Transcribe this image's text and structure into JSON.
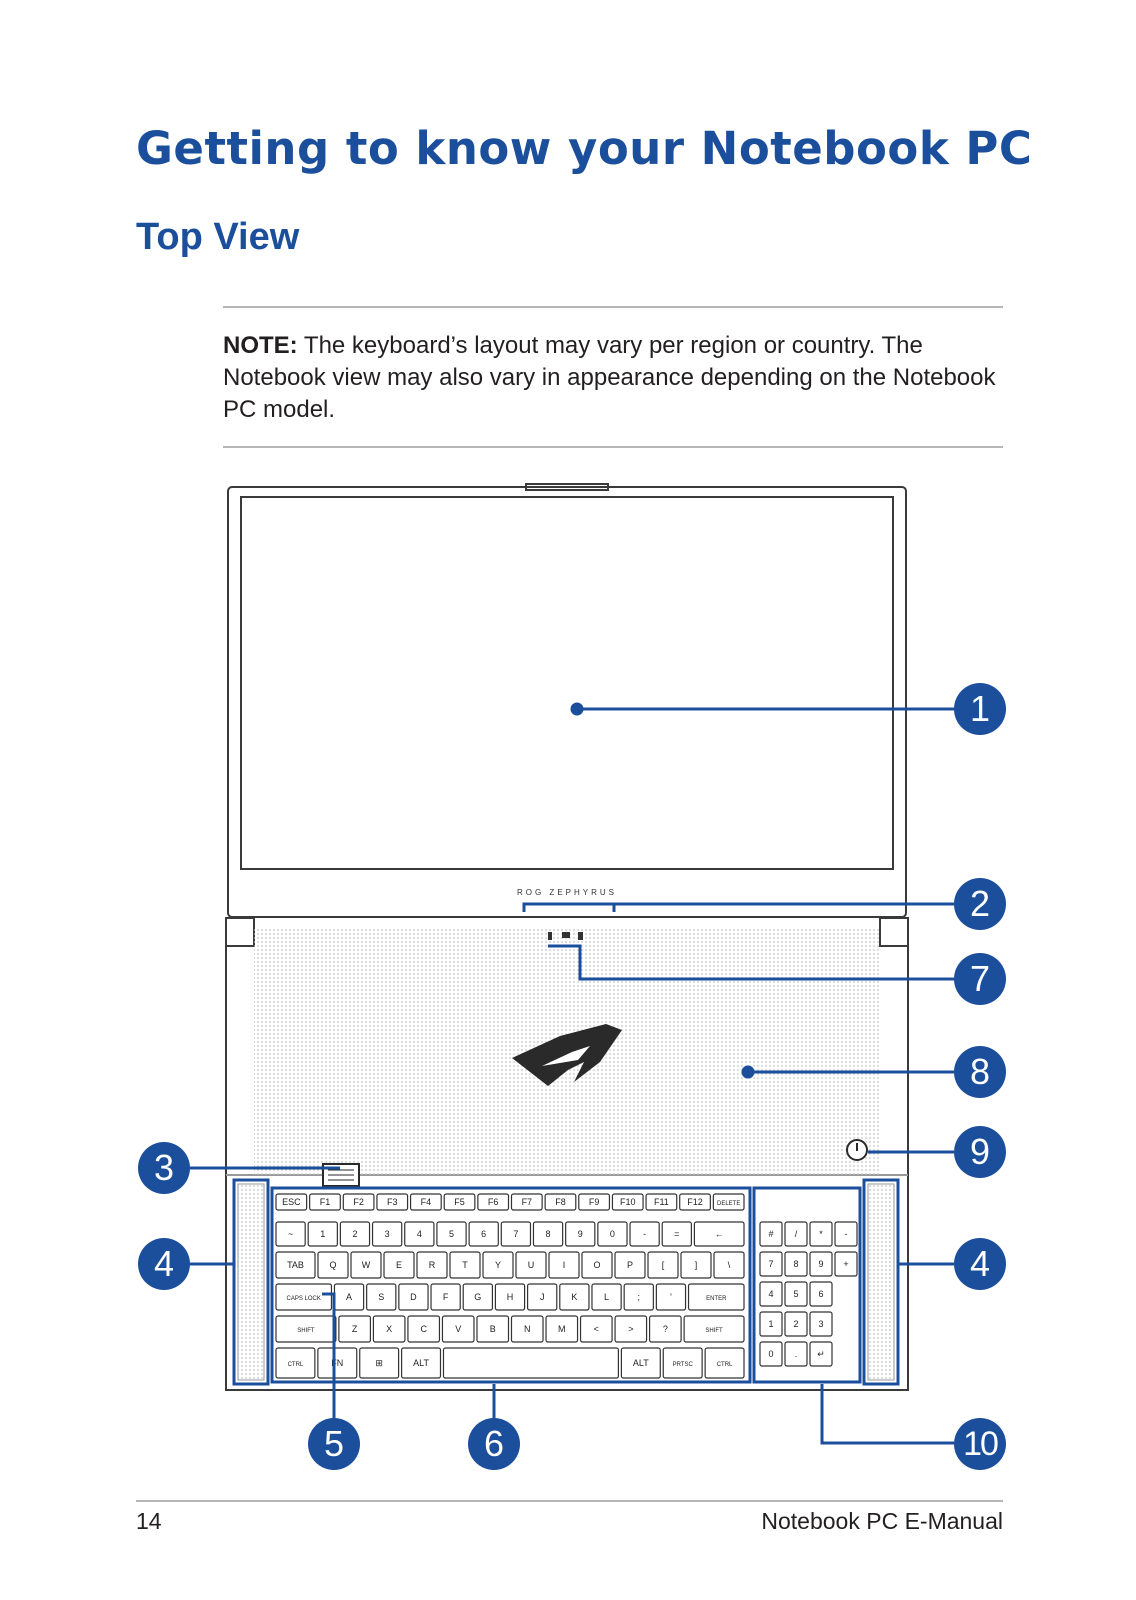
{
  "header": {
    "page_title": "Getting to know your Notebook PC",
    "section_title": "Top View"
  },
  "note": {
    "label": "NOTE:",
    "text": "The keyboard’s layout may vary per region or country. The Notebook view may also vary in appearance depending on the Notebook PC model."
  },
  "figure": {
    "brand_text": "ROG ZEPHYRUS",
    "callouts": [
      "1",
      "2",
      "3",
      "4",
      "4",
      "5",
      "6",
      "7",
      "8",
      "9",
      "10"
    ],
    "keyboard_rows": [
      [
        "ESC",
        "F1",
        "F2",
        "F3",
        "F4",
        "F5",
        "F6",
        "F7",
        "F8",
        "F9",
        "F10",
        "F11",
        "F12",
        "DELETE"
      ],
      [
        "~",
        "1",
        "2",
        "3",
        "4",
        "5",
        "6",
        "7",
        "8",
        "9",
        "0",
        "-",
        "=",
        "←"
      ],
      [
        "TAB",
        "Q",
        "W",
        "E",
        "R",
        "T",
        "Y",
        "U",
        "I",
        "O",
        "P",
        "[",
        "]",
        "\\"
      ],
      [
        "CAPS LOCK",
        "A",
        "S",
        "D",
        "F",
        "G",
        "H",
        "J",
        "K",
        "L",
        ";",
        "'",
        "ENTER"
      ],
      [
        "SHIFT",
        "Z",
        "X",
        "C",
        "V",
        "B",
        "N",
        "M",
        "<",
        ">",
        "?",
        "SHIFT"
      ],
      [
        "CTRL",
        "FN",
        "⊞",
        "ALT",
        "",
        "ALT",
        "PRTSC",
        "CTRL"
      ]
    ],
    "numpad_rows": [
      [
        "#",
        "/",
        "*",
        "-"
      ],
      [
        "7",
        "8",
        "9",
        "+"
      ],
      [
        "4",
        "5",
        "6",
        ""
      ],
      [
        "1",
        "2",
        "3",
        ""
      ],
      [
        "0",
        ".",
        "↵",
        ""
      ]
    ]
  },
  "footer": {
    "page_number": "14",
    "manual_title": "Notebook PC E-Manual"
  }
}
